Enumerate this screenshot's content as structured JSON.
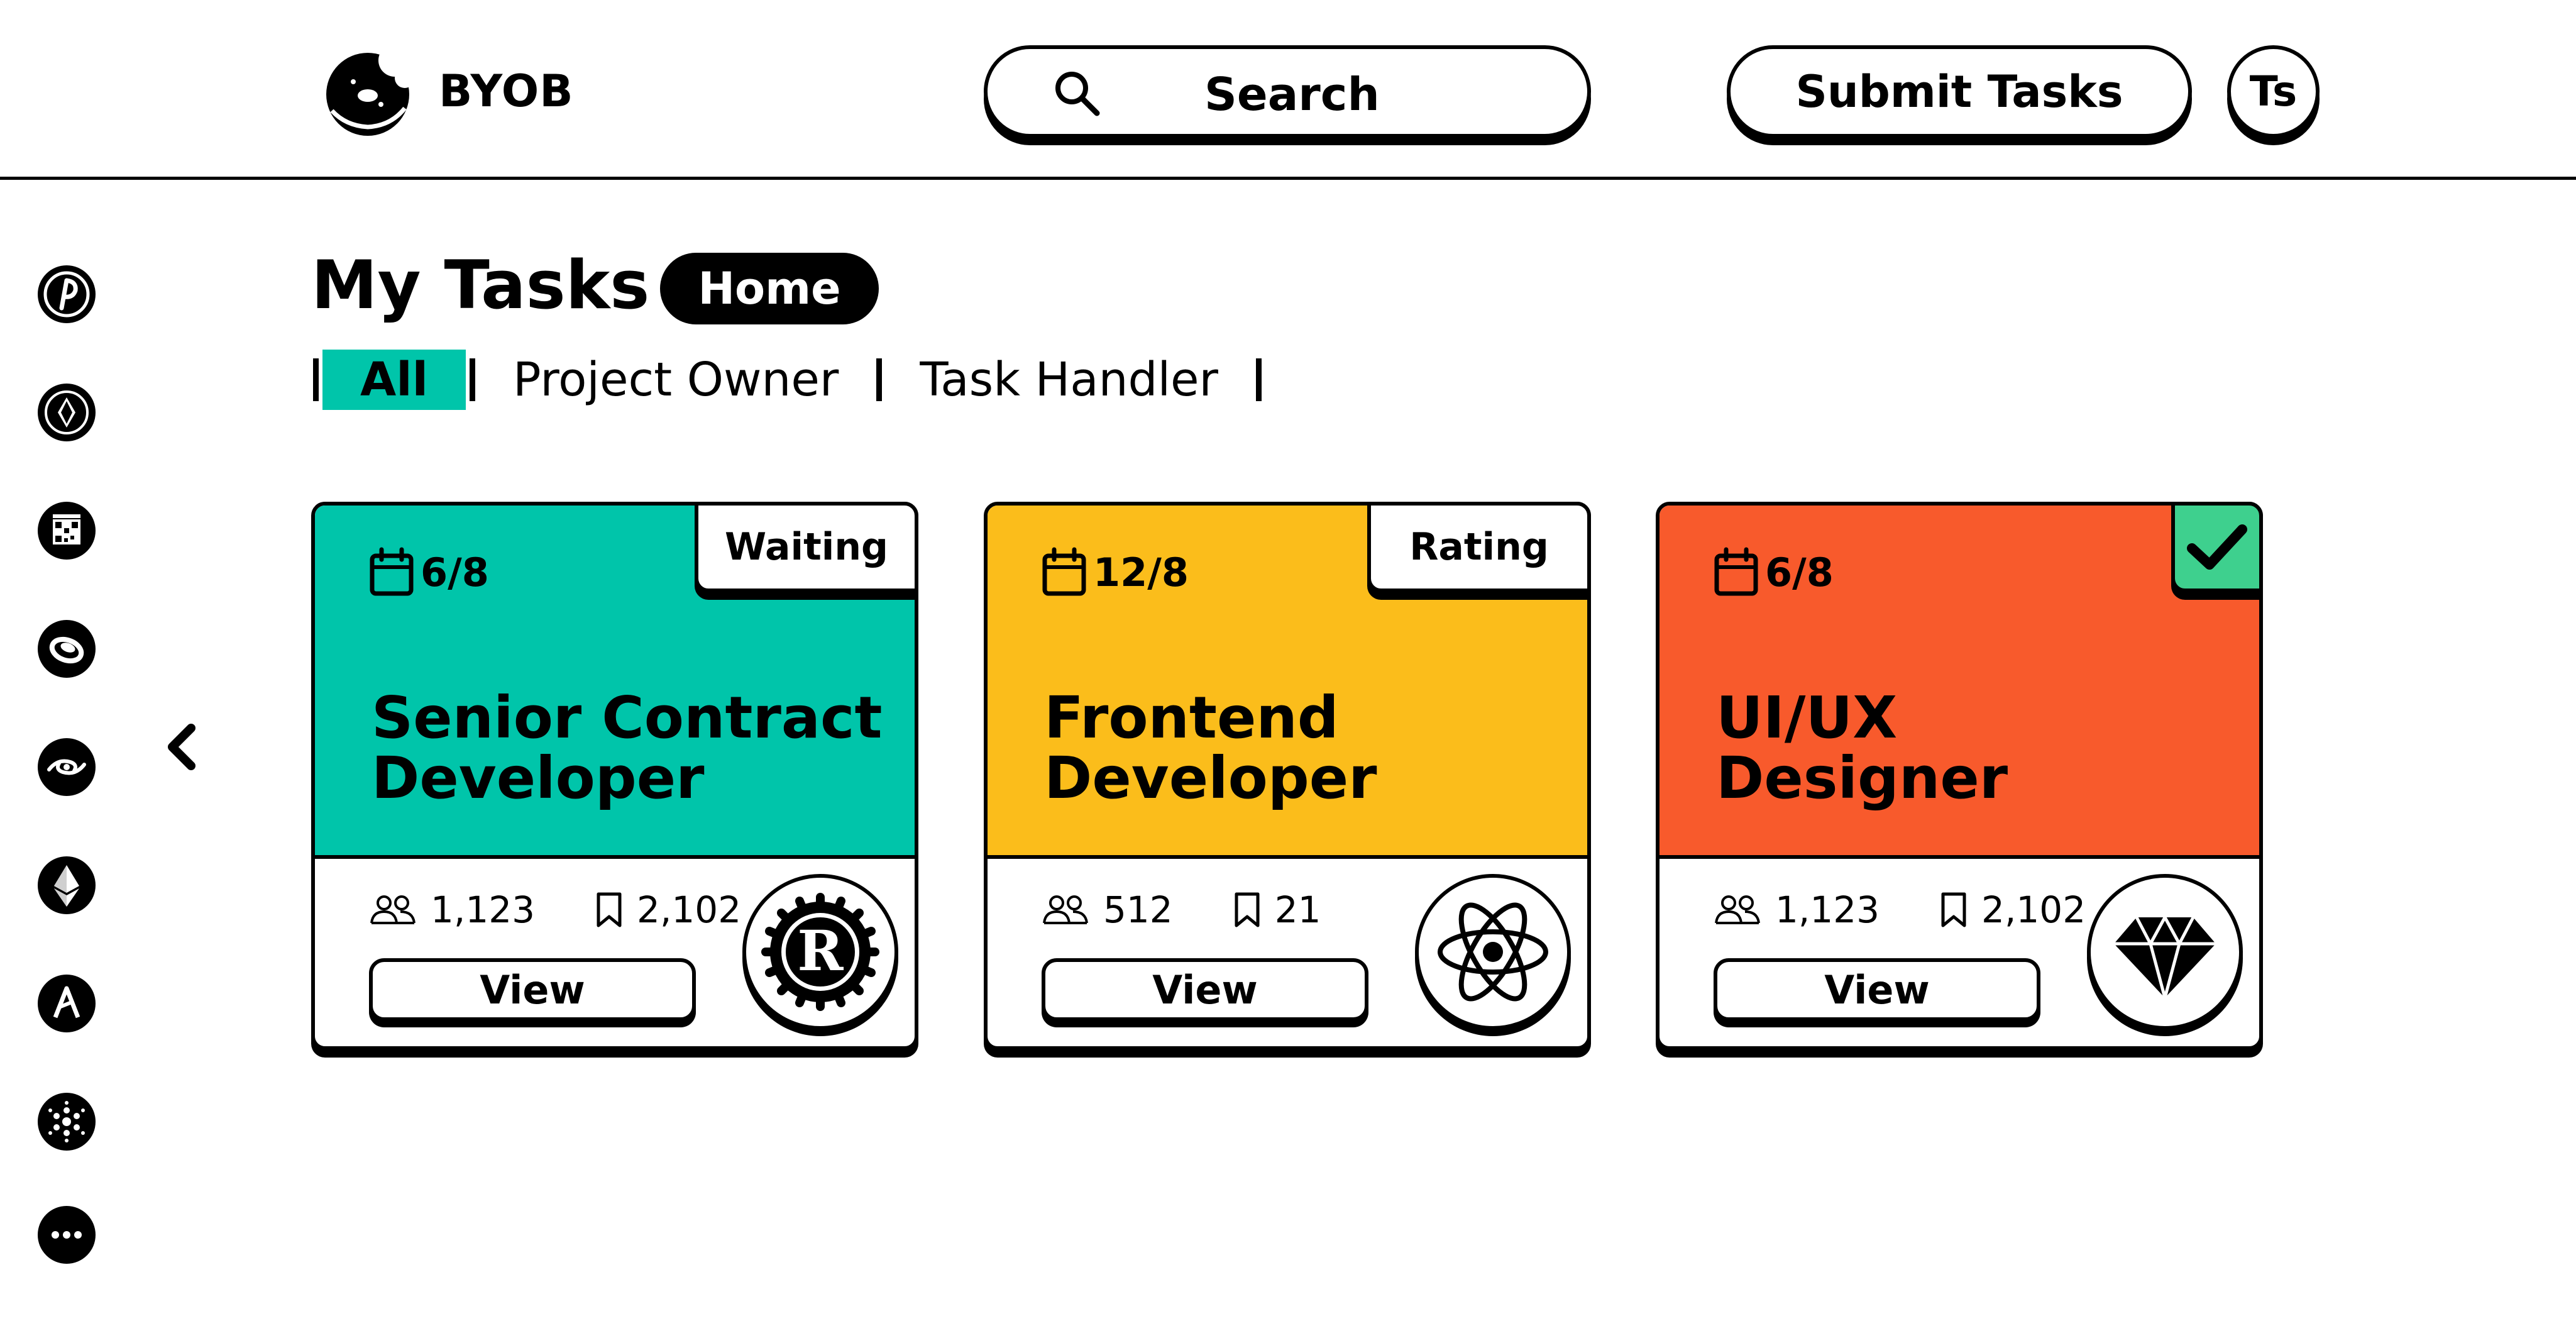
{
  "app": {
    "brand": "BYOB",
    "logo_icon": "donut-icon"
  },
  "header": {
    "search_label": "Search",
    "submit_label": "Submit Tasks",
    "avatar_initials": "Ts"
  },
  "sidebar": {
    "items": [
      {
        "icon": "polkadot-coin-icon"
      },
      {
        "icon": "diamond-coin-icon"
      },
      {
        "icon": "qr-gift-coin-icon"
      },
      {
        "icon": "ring-coin-icon"
      },
      {
        "icon": "swirl-coin-icon"
      },
      {
        "icon": "ethereum-icon"
      },
      {
        "icon": "arweave-icon"
      },
      {
        "icon": "cardano-icon"
      },
      {
        "icon": "more-icon"
      }
    ],
    "collapse_icon": "chevron-left-icon"
  },
  "page": {
    "title": "My Tasks",
    "badge": "Home",
    "tabs": [
      {
        "label": "All",
        "active": true
      },
      {
        "label": "Project Owner",
        "active": false
      },
      {
        "label": "Task Handler",
        "active": false
      }
    ]
  },
  "cards": [
    {
      "date": "6/8",
      "status": "Waiting",
      "role_line1": "Senior Contract",
      "role_line2": "Developer",
      "members": "1,123",
      "bookmarks": "2,102",
      "view_label": "View",
      "color": "#00c5aa",
      "tech_icon": "rust-logo-icon"
    },
    {
      "date": "12/8",
      "status": "Rating",
      "role_line1": "Frontend",
      "role_line2": "Developer",
      "members": "512",
      "bookmarks": "21",
      "view_label": "View",
      "color": "#fbbd1b",
      "tech_icon": "react-logo-icon"
    },
    {
      "date": "6/8",
      "status": "",
      "status_icon": "checkmark-icon",
      "role_line1": "UI/UX",
      "role_line2": "Designer",
      "members": "1,123",
      "bookmarks": "2,102",
      "view_label": "View",
      "color": "#f85a2c",
      "tech_icon": "sketch-logo-icon"
    }
  ]
}
